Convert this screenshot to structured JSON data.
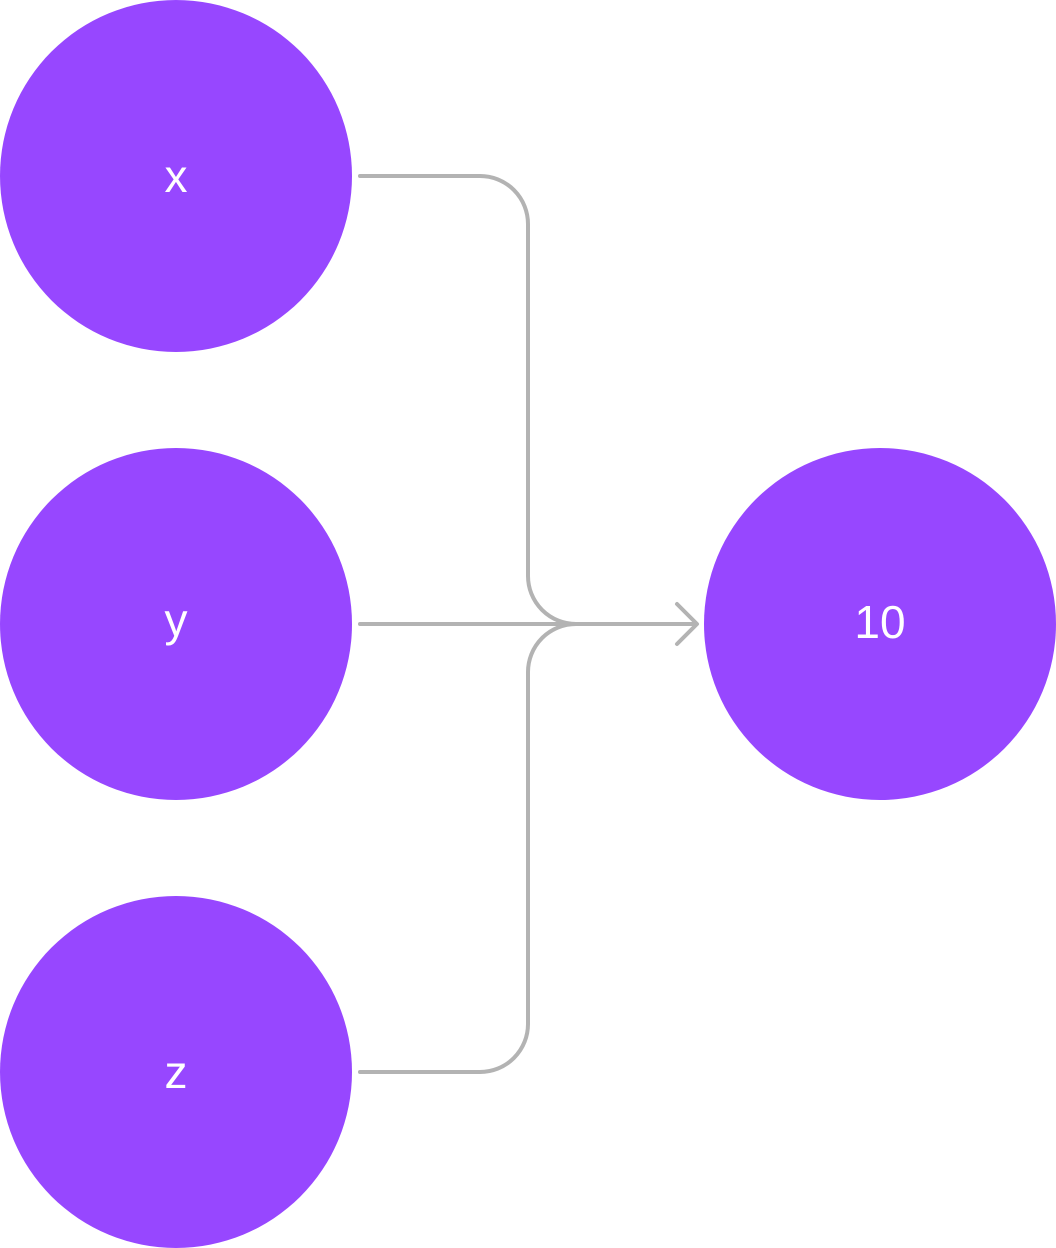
{
  "colors": {
    "node_fill": "#9747FF",
    "edge_stroke": "#B3B3B3",
    "label_color": "#FFFFFF"
  },
  "nodes": {
    "x": {
      "label": "x"
    },
    "y": {
      "label": "y"
    },
    "z": {
      "label": "z"
    },
    "output": {
      "label": "10"
    }
  },
  "edges": [
    {
      "from": "x",
      "to": "output"
    },
    {
      "from": "y",
      "to": "output"
    },
    {
      "from": "z",
      "to": "output"
    }
  ]
}
